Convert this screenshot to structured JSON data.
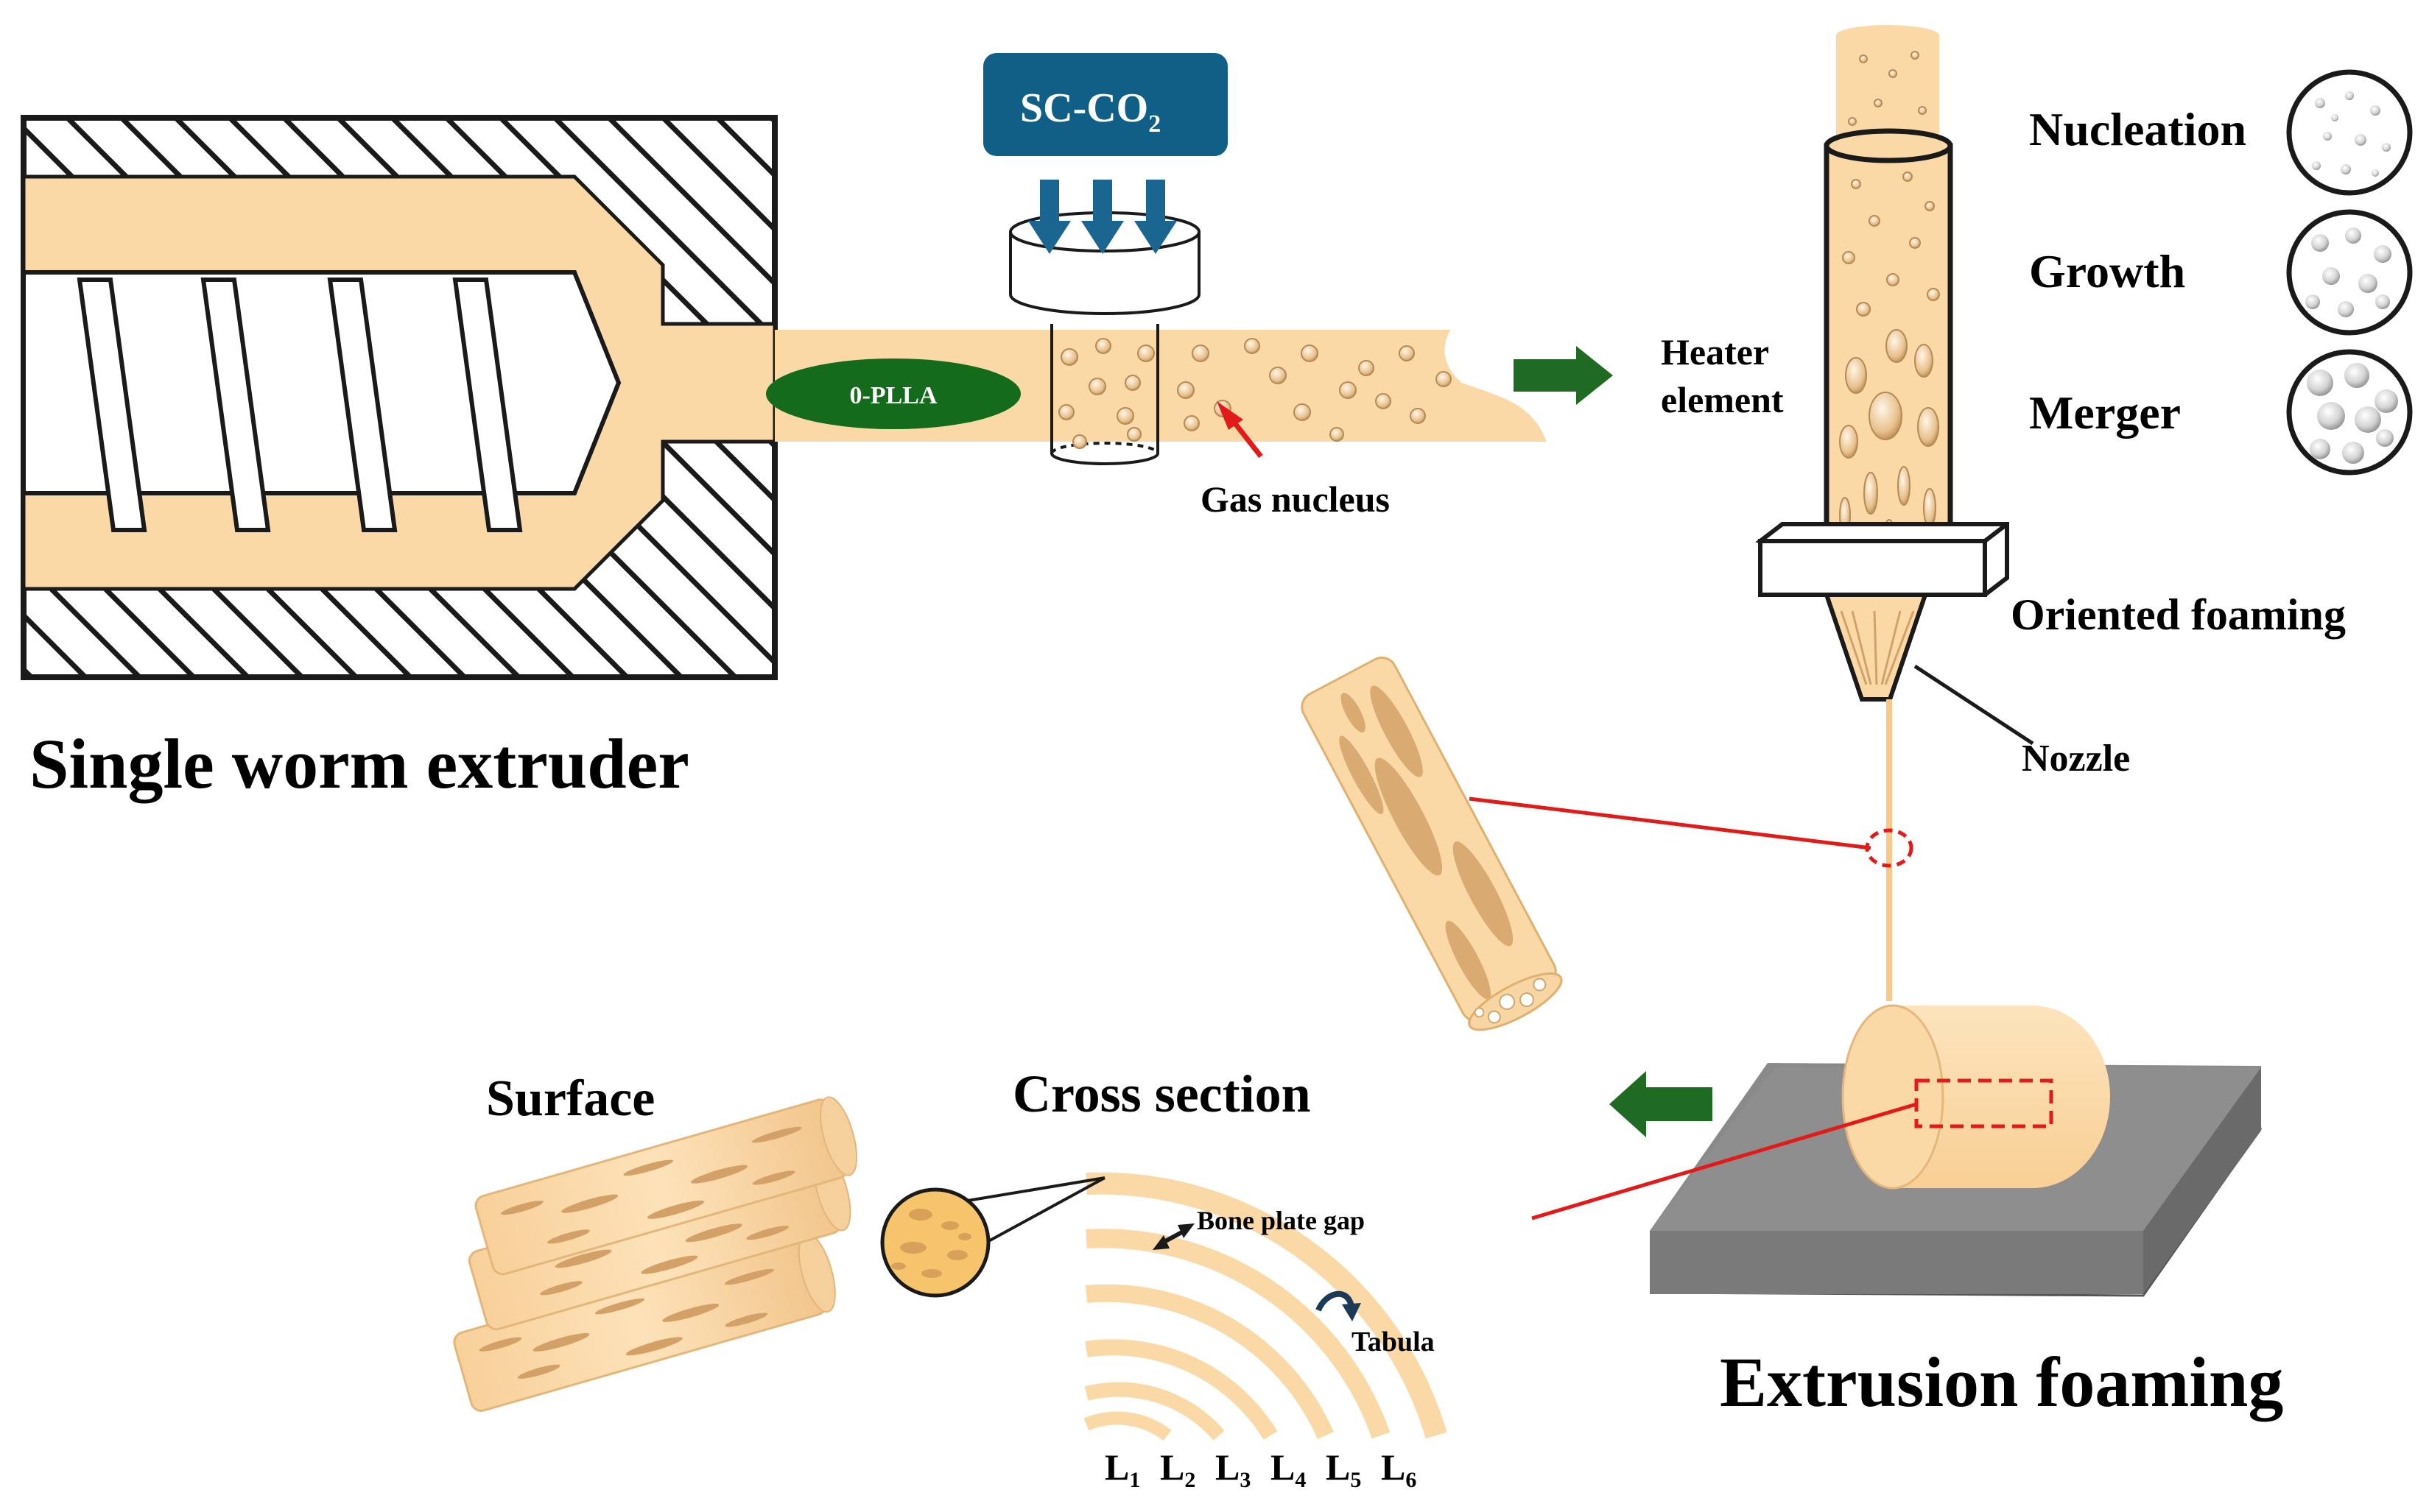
{
  "extruder": {
    "title": "Single worm extruder",
    "material_label": "0-PLLA"
  },
  "gas": {
    "box_label": "SC-CO",
    "box_subscript": "2",
    "nucleus_label": "Gas nucleus"
  },
  "heater": {
    "label_line1": "Heater",
    "label_line2": "element"
  },
  "stages": [
    {
      "label": "Nucleation"
    },
    {
      "label": "Growth"
    },
    {
      "label": "Merger"
    }
  ],
  "oriented_label": "Oriented foaming",
  "nozzle_label": "Nozzle",
  "extrusion_title": "Extrusion foaming",
  "surface_title": "Surface",
  "cross_section": {
    "title": "Cross section",
    "gap_label": "Bone plate gap",
    "tabula_label": "Tabula",
    "layers": [
      {
        "main": "L",
        "sub": "1"
      },
      {
        "main": "L",
        "sub": "2"
      },
      {
        "main": "L",
        "sub": "3"
      },
      {
        "main": "L",
        "sub": "4"
      },
      {
        "main": "L",
        "sub": "5"
      },
      {
        "main": "L",
        "sub": "6"
      }
    ]
  },
  "colors": {
    "melt": "#fbd9a6",
    "pore": "#e2b57c",
    "dark_green": "#146b1c",
    "arrow_green": "#1f6b24",
    "co2_box": "#0f5f86",
    "co2_arrow": "#1a6691",
    "leader_red": "#e31a1a",
    "plate_grey": "#8a8a8a"
  }
}
